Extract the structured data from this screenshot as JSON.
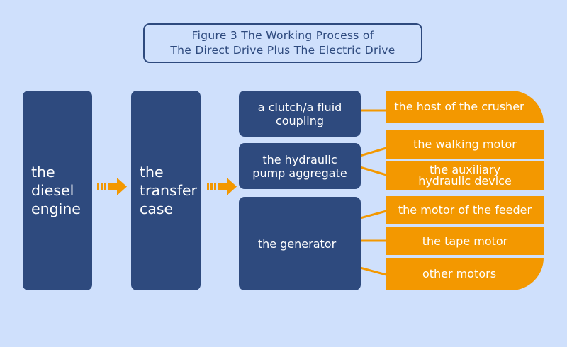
{
  "title": {
    "line1": "Figure 3 The Working Process of",
    "line2": "The Direct Drive Plus The Electric Drive"
  },
  "stages": [
    {
      "id": "diesel-engine",
      "lines": [
        "the",
        "diesel",
        "engine"
      ]
    },
    {
      "id": "transfer-case",
      "lines": [
        "the",
        "transfer",
        "case"
      ]
    }
  ],
  "intermediates": [
    {
      "id": "clutch",
      "lines": [
        "a clutch/a fluid",
        "coupling"
      ]
    },
    {
      "id": "hydraulic-pump",
      "lines": [
        "the hydraulic",
        "pump aggregate"
      ]
    },
    {
      "id": "generator",
      "lines": [
        "the generator"
      ]
    }
  ],
  "outputs": [
    {
      "id": "crusher-host",
      "lines": [
        "the host of the crusher"
      ],
      "source": "clutch"
    },
    {
      "id": "walking-motor",
      "lines": [
        "the walking motor"
      ],
      "source": "hydraulic-pump"
    },
    {
      "id": "aux-hydraulic",
      "lines": [
        "the auxiliary",
        "hydraulic device"
      ],
      "source": "hydraulic-pump"
    },
    {
      "id": "feeder-motor",
      "lines": [
        "the motor of the feeder"
      ],
      "source": "generator"
    },
    {
      "id": "tape-motor",
      "lines": [
        "the tape motor"
      ],
      "source": "generator"
    },
    {
      "id": "other-motors",
      "lines": [
        "other motors"
      ],
      "source": "generator"
    }
  ],
  "colors": {
    "background": "#cfe0fc",
    "block": "#2e4a7e",
    "output": "#f39800",
    "text_light": "#ffffff"
  }
}
